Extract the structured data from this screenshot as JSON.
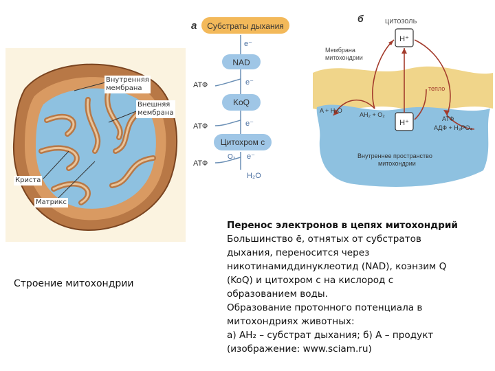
{
  "mitochondrion": {
    "labels": {
      "inner_membrane_1": "Внутренняя",
      "inner_membrane_2": "мембрана",
      "outer_membrane_1": "Внешняя",
      "outer_membrane_2": "мембрана",
      "crista": "Криста",
      "matrix": "Матрикс"
    },
    "caption": "Строение митохондрии"
  },
  "scheme_a": {
    "letter": "а",
    "substrates": "Субстраты дыхания",
    "electron": "e⁻",
    "nad": "NAD",
    "coq": "KoQ",
    "cytochrome": "Цитохром c",
    "atp": "АТФ",
    "oxygen": "O₂",
    "water": "H₂O"
  },
  "scheme_b": {
    "letter": "б",
    "cytosol": "цитозоль",
    "membrane_1": "Мембрана",
    "membrane_2": "митохондрии",
    "proton": "H⁺",
    "heat": "тепло",
    "a_h2o": "A + H₂O",
    "ah2_o2": "AH₂ + O₂",
    "atp": "АТФ",
    "adp": "АДФ + H₃PO₄",
    "inner_space_1": "Внутреннее пространство",
    "inner_space_2": "митохондрии"
  },
  "caption_right": {
    "title": "Перенос электронов в цепях митохондрий",
    "lines": [
      "Большинство ē, отнятых от субстратов",
      "дыхания, переносится через",
      "никотинамиддинуклеотид (NAD), коэнзим Q",
      "(KoQ) и цитохром c на кислород с",
      "образованием воды.",
      "Образование протонного потенциала в",
      "митохондриях животных:",
      "а) AH₂ – субстрат дыхания; б) A – продукт",
      "(изображение: www.sciam.ru)"
    ]
  },
  "colors": {
    "membrane_brown": "#b87846",
    "matrix_blue": "#8ec1e0",
    "badge_blue": "#9fc6e6",
    "membrane_yellow": "#f0d58a",
    "arrow_red": "#a33b2c",
    "substrate_orange": "#f3b95a"
  }
}
